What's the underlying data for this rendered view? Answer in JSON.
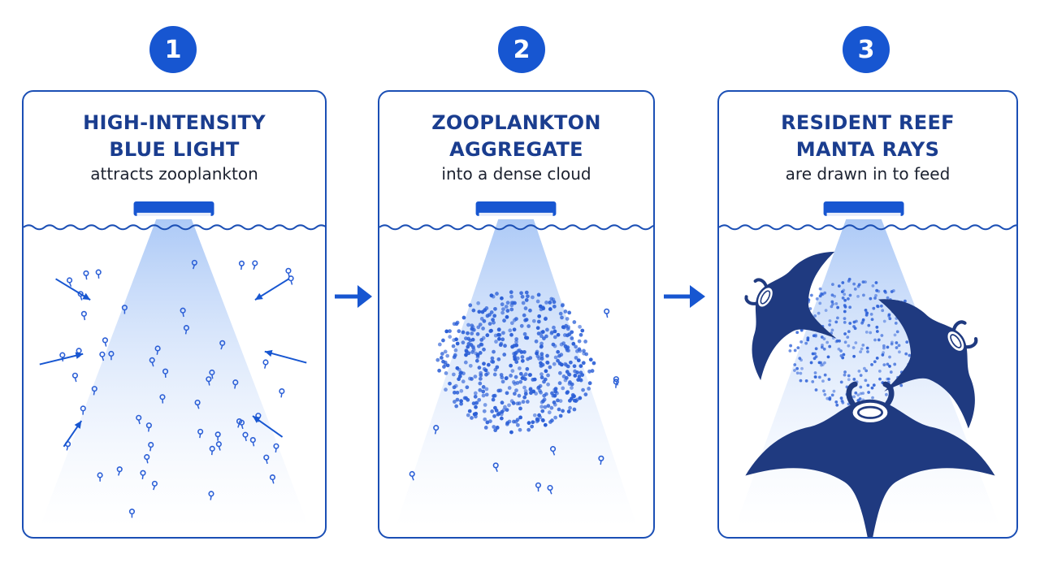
{
  "colors": {
    "accent": "#1756d1",
    "panel_border": "#1b4fb5",
    "title_text": "#1a3d8f",
    "plankton": "#2a5ed6",
    "manta": "#1f3a80"
  },
  "steps": [
    {
      "number": "1",
      "title": "HIGH-INTENSITY\nBLUE LIGHT",
      "subtitle": "attracts zooplankton"
    },
    {
      "number": "2",
      "title": "ZOOPLANKTON\nAGGREGATE",
      "subtitle": "into a dense cloud"
    },
    {
      "number": "3",
      "title": "RESIDENT REEF\nMANTA RAYS",
      "subtitle": "are drawn in to feed"
    }
  ],
  "icons": {
    "light": "underwater-light-icon",
    "arrow": "arrow-right-icon",
    "manta": "manta-ray-icon"
  }
}
